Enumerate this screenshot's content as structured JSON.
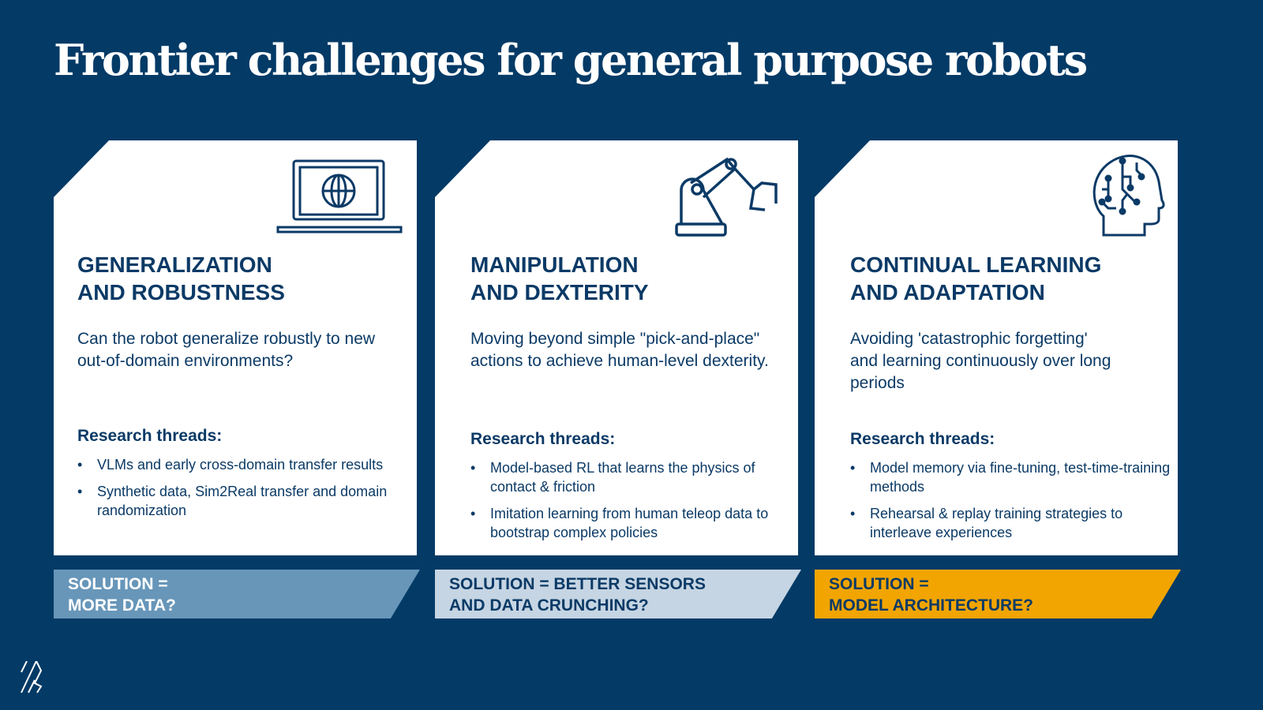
{
  "title": "Frontier challenges for general purpose robots",
  "cards": [
    {
      "heading1": "GENERALIZATION",
      "heading2": "AND ROBUSTNESS",
      "description": "Can the robot generalize robustly to new out-of-domain environments?",
      "threads_label": "Research threads:",
      "threads": [
        "VLMs and early cross-domain transfer results",
        "Synthetic data, Sim2Real transfer and domain randomization"
      ],
      "solution1": "SOLUTION =",
      "solution2": "MORE DATA?",
      "icon": "laptop-globe-icon",
      "banner_color": "#6796b9"
    },
    {
      "heading1": "MANIPULATION",
      "heading2": "AND DEXTERITY",
      "description": "Moving beyond simple \"pick-and-place\" actions to achieve human-level dexterity.",
      "threads_label": "Research threads:",
      "threads": [
        "Model-based RL that learns the physics of contact & friction",
        "Imitation learning from human teleop data to bootstrap complex policies"
      ],
      "solution1": "SOLUTION = BETTER SENSORS",
      "solution2": "AND DATA CRUNCHING?",
      "icon": "robot-arm-icon",
      "banner_color": "#c6d5e3"
    },
    {
      "heading1": "CONTINUAL LEARNING",
      "heading2": "AND ADAPTATION",
      "description": "Avoiding 'catastrophic forgetting' and learning continuously over long periods",
      "threads_label": "Research threads:",
      "threads": [
        "Model memory via fine-tuning, test-time-training methods",
        "Rehearsal & replay training strategies to interleave experiences"
      ],
      "solution1": "SOLUTION =",
      "solution2": "MODEL ARCHITECTURE?",
      "icon": "brain-circuit-head-icon",
      "banner_color": "#f2a500"
    }
  ]
}
